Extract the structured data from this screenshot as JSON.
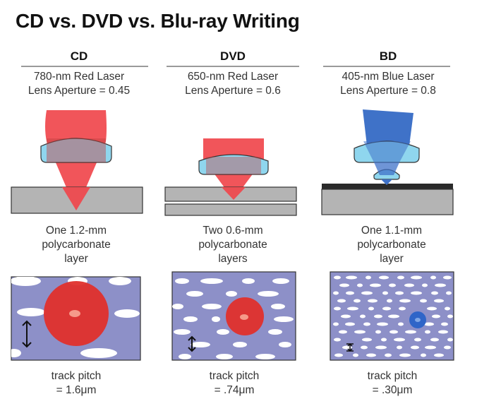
{
  "title": "CD vs. DVD vs. Blu-ray Writing",
  "colors": {
    "red_laser": "#f0474c",
    "blue_laser": "#3f72c8",
    "lens": "#8fd6ee",
    "disc": "#b4b4b4",
    "track_bg": "#8d90c8",
    "spot_red": "#e0302c",
    "spot_blue": "#2f65c8"
  },
  "columns": [
    {
      "heading": "CD",
      "laser": "780-nm Red Laser",
      "aperture": "Lens Aperture = 0.45",
      "layer_line1": "One 1.2-mm",
      "layer_line2": "polycarbonate",
      "layer_line3": "layer",
      "pitch_line1": "track pitch",
      "pitch_line2": "= 1.6μm"
    },
    {
      "heading": "DVD",
      "laser": "650-nm Red Laser",
      "aperture": "Lens Aperture = 0.6",
      "layer_line1": "Two 0.6-mm",
      "layer_line2": "polycarbonate",
      "layer_line3": "layers",
      "pitch_line1": "track pitch",
      "pitch_line2": "= .74μm"
    },
    {
      "heading": "BD",
      "laser": "405-nm Blue Laser",
      "aperture": "Lens Aperture = 0.8",
      "layer_line1": "One 1.1-mm",
      "layer_line2": "polycarbonate",
      "layer_line3": "layer",
      "pitch_line1": "track pitch",
      "pitch_line2": "= .30μm"
    }
  ]
}
